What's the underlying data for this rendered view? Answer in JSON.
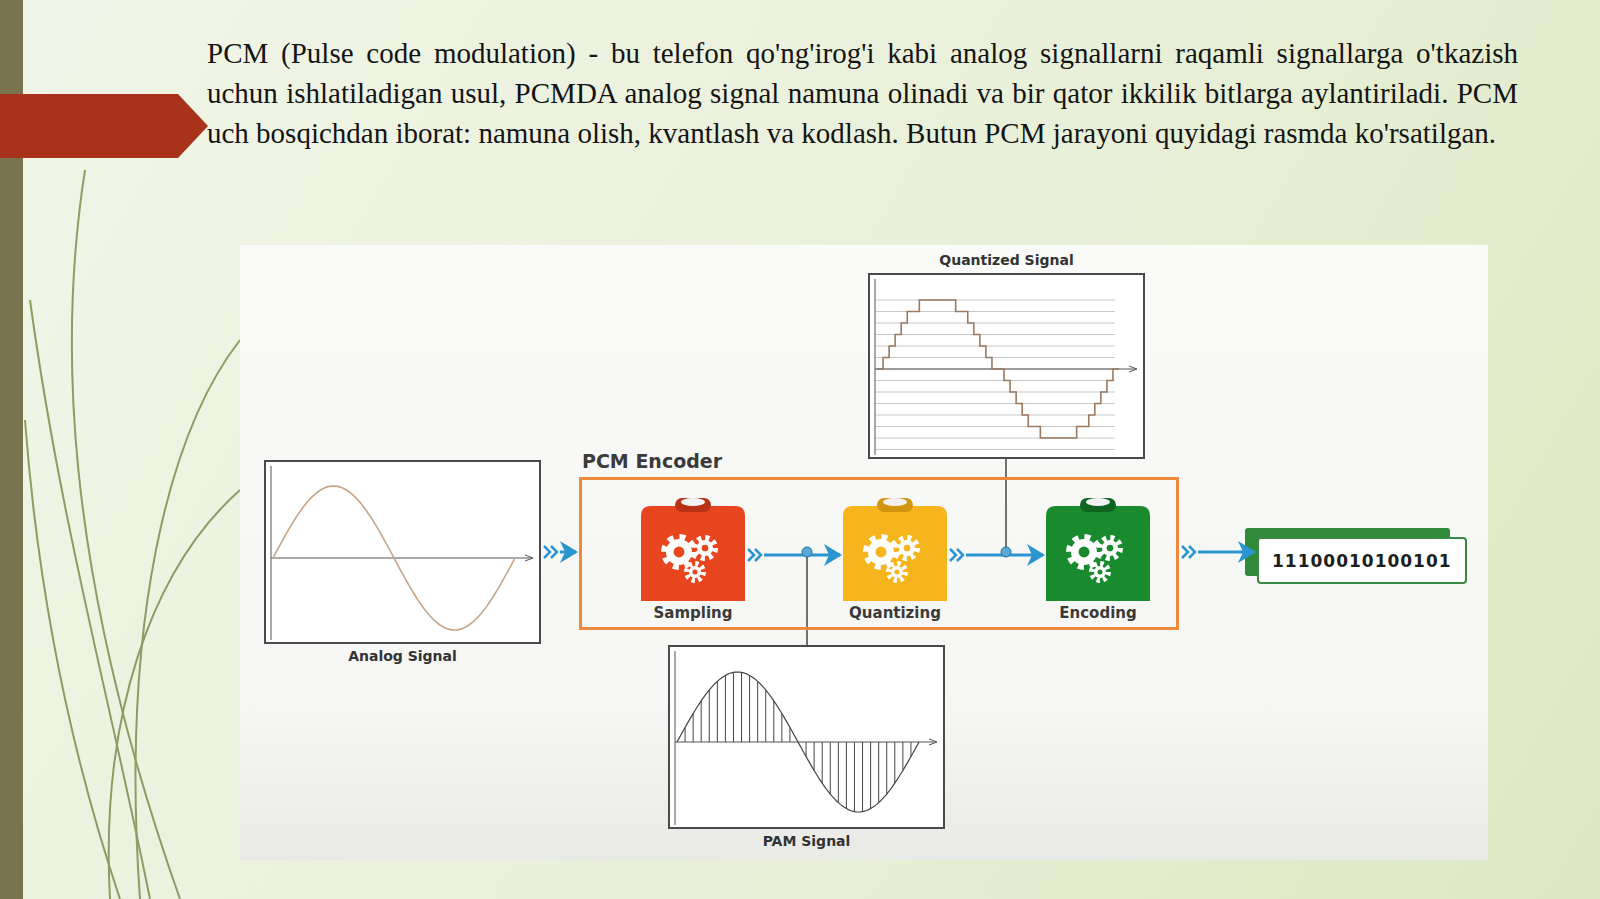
{
  "diagram": {
    "nodes": [
      {
        "text": [
          "Quantized Signal"
        ]
      },
      {
        "text": [
          "Analog Signal"
        ]
      },
      {
        "text": [
          "PCM Encoder"
        ]
      },
      {
        "text": [
          "Sampling"
        ],
        "in": 2
      },
      {
        "text": [
          "Quantizing"
        ],
        "in": 2
      },
      {
        "text": [
          "Encoding"
        ],
        "in": 2
      },
      {
        "text": [
          "11100010100101"
        ]
      },
      {
        "text": [
          "PAM Signal"
        ]
      }
    ],
    "edges": [
      {
        "from": 1,
        "to": 2,
        "arrow": "to"
      },
      {
        "from": 3,
        "to": 4,
        "arrow": "to"
      },
      {
        "from": 4,
        "to": 5,
        "arrow": "to"
      },
      {
        "from": 2,
        "to": 6,
        "arrow": "to"
      }
    ],
    "labels": [
      "PCM (Pulse code modulation) - bu telefon qo'ng'irog'i kabi analog signallarni raqamli signallarga o'tkazish uchun ishlatiladigan usul, PCMDA analog signal namuna olinadi va bir qator ikkilik bitlarga aylantiriladi. PCM uch bosqichdan iborat: namuna olish, kvantlash va kodlash. Butun PCM jarayoni quyidagi rasmda ko'rsatilgan."
    ]
  }
}
